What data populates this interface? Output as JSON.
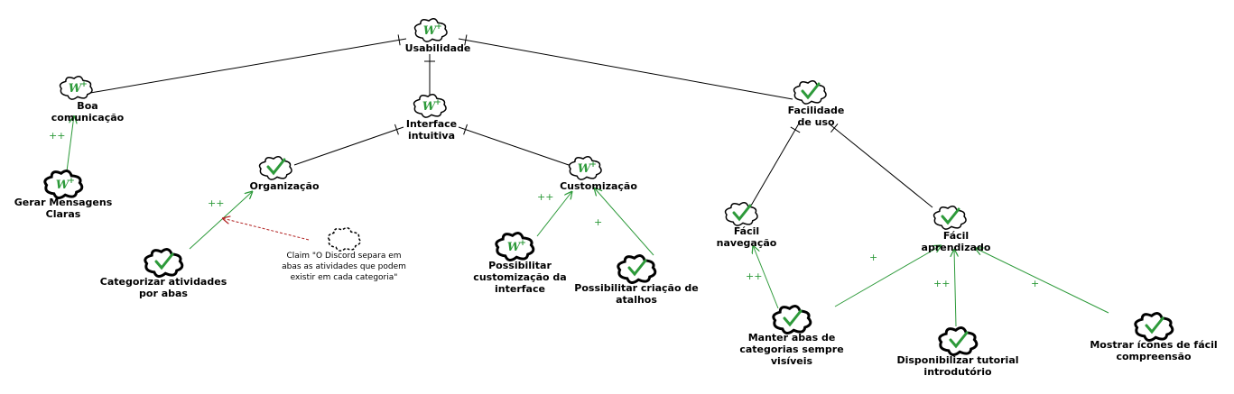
{
  "softgoals": [
    {
      "id": "usabilidade",
      "label": "Usabilidade",
      "status": "W+"
    },
    {
      "id": "boa-comunicacao",
      "label": "Boa\ncomunicação",
      "status": "W+"
    },
    {
      "id": "interface-intuitiva",
      "label": "Interface\nintuitiva",
      "status": "W+"
    },
    {
      "id": "facilidade-de-uso",
      "label": "Facilidade\nde uso",
      "status": "satisfied"
    },
    {
      "id": "organizacao",
      "label": "Organização",
      "status": "satisfied"
    },
    {
      "id": "customizacao",
      "label": "Customização",
      "status": "W+"
    },
    {
      "id": "facil-navegacao",
      "label": "Fácil\nnavegação",
      "status": "satisfied"
    },
    {
      "id": "facil-aprendizado",
      "label": "Fácil\naprendizado",
      "status": "satisfied"
    }
  ],
  "operationalizations": [
    {
      "id": "gerar-mensagens",
      "label": "Gerar Mensagens\nClaras",
      "status": "W+"
    },
    {
      "id": "categorizar",
      "label": "Categorizar atividades\npor abas",
      "status": "satisfied"
    },
    {
      "id": "possibilitar-custom",
      "label": "Possibilitar\ncustomização da\ninterface",
      "status": "W+"
    },
    {
      "id": "possibilitar-atalhos",
      "label": "Possibilitar criação de\natalhos",
      "status": "satisfied"
    },
    {
      "id": "manter-abas",
      "label": "Manter abas de\ncategorias sempre\nvisíveis",
      "status": "satisfied"
    },
    {
      "id": "disponibilizar-tutorial",
      "label": "Disponibilizar tutorial\nintrodutório",
      "status": "satisfied"
    },
    {
      "id": "mostrar-icones",
      "label": "Mostrar ícones de fácil\ncompreensão",
      "status": "satisfied"
    }
  ],
  "claim": {
    "id": "claim-discord",
    "label": "Claim \"O Discord separa em\nabas as atividades que podem\nexistir em cada categoria\""
  },
  "decompositions": [
    {
      "parent": "usabilidade",
      "child": "boa-comunicacao",
      "type": "AND"
    },
    {
      "parent": "usabilidade",
      "child": "interface-intuitiva",
      "type": "AND"
    },
    {
      "parent": "usabilidade",
      "child": "facilidade-de-uso",
      "type": "AND"
    },
    {
      "parent": "interface-intuitiva",
      "child": "organizacao",
      "type": "AND"
    },
    {
      "parent": "interface-intuitiva",
      "child": "customizacao",
      "type": "AND"
    },
    {
      "parent": "facilidade-de-uso",
      "child": "facil-navegacao",
      "type": "AND"
    },
    {
      "parent": "facilidade-de-uso",
      "child": "facil-aprendizado",
      "type": "AND"
    }
  ],
  "contributions": [
    {
      "from": "gerar-mensagens",
      "to": "boa-comunicacao",
      "label": "++"
    },
    {
      "from": "categorizar",
      "to": "organizacao",
      "label": "++"
    },
    {
      "from": "possibilitar-custom",
      "to": "customizacao",
      "label": "++"
    },
    {
      "from": "possibilitar-atalhos",
      "to": "customizacao",
      "label": "+"
    },
    {
      "from": "manter-abas",
      "to": "facil-navegacao",
      "label": "++"
    },
    {
      "from": "manter-abas",
      "to": "facil-aprendizado",
      "label": "+"
    },
    {
      "from": "disponibilizar-tutorial",
      "to": "facil-aprendizado",
      "label": "++"
    },
    {
      "from": "mostrar-icones",
      "to": "facil-aprendizado",
      "label": "+"
    }
  ],
  "claim_links": [
    {
      "from": "claim-discord",
      "to": "categorizar-organizacao-link"
    }
  ],
  "colors": {
    "contribution": "#2d9a3a",
    "claim_link": "#b22222",
    "line": "#000000"
  },
  "icons": {
    "W+": "weakly-satisfied-icon",
    "satisfied": "checkmark-icon",
    "claim": "dashed-cloud-icon"
  }
}
